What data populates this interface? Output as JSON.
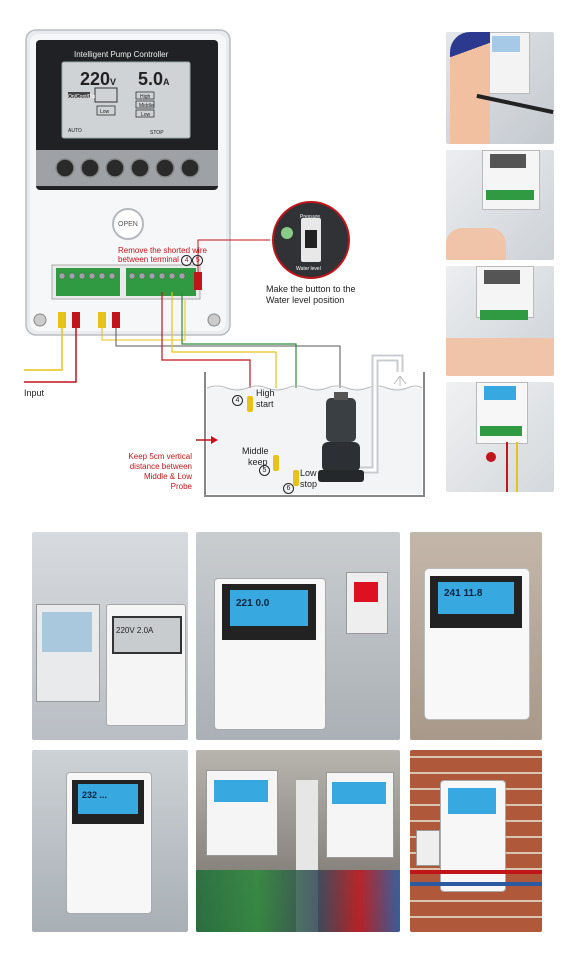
{
  "controller": {
    "title": "Intelligent Pump Controller",
    "voltage": "220",
    "voltage_unit": "V",
    "current": "5.0",
    "current_unit": "A",
    "lcd_tags": [
      "On/Cont/Dis",
      "High",
      "Middle",
      "Low",
      "Low",
      "AUTO"
    ],
    "lcd_stop": "STOP",
    "open_label": "OPEN"
  },
  "annotations": {
    "remove_wire_line1": "Remove the shorted wire",
    "remove_wire_line2": "between terminal",
    "terminal_a": "4",
    "terminal_b": "5",
    "switch_top": "Pressure",
    "switch_bottom": "Water level",
    "make_button_line1": "Make the button to the",
    "make_button_line2": "Water level position",
    "input": "Input",
    "high_label": "High",
    "start_label": "start",
    "middle_label": "Middle",
    "keep_label": "keep",
    "low_label": "Low",
    "stop_label": "stop",
    "probe_high": "4",
    "probe_middle": "5",
    "probe_low": "6",
    "keep_line1": "Keep 5cm vertical",
    "keep_line2": "distance between",
    "keep_line3": "Middle & Low",
    "keep_line4": "Probe"
  },
  "photos": [
    {
      "screen_text": "220V 2.0A"
    },
    {
      "screen_text": "221 0.0"
    },
    {
      "screen_text": "241 11.8"
    },
    {
      "screen_text": "232 ..."
    },
    {
      "screen_text": ""
    },
    {
      "screen_text": ""
    }
  ],
  "colors": {
    "lcd": "#38a8e0",
    "terminal": "#2f9a42",
    "wire_red": "#c0151b",
    "wire_yellow": "#e8c21a",
    "wire_green": "#2c8a3a"
  }
}
